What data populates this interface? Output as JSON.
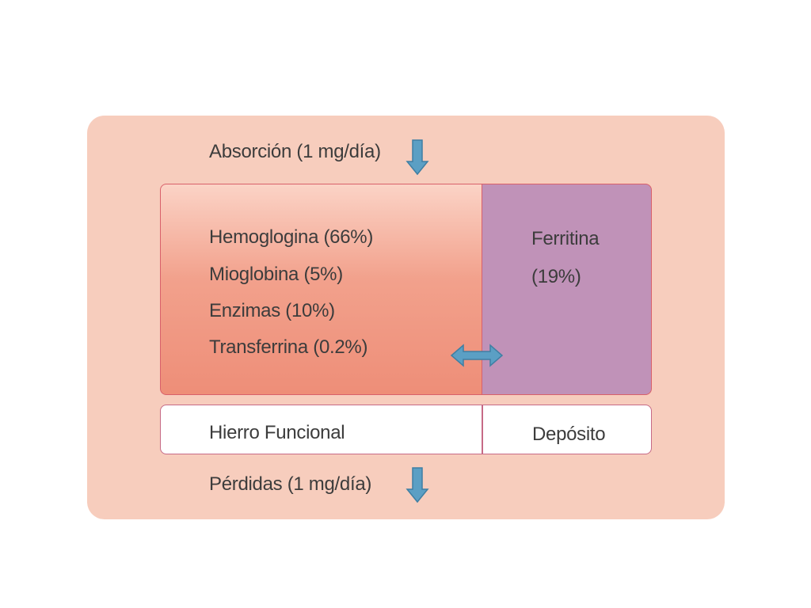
{
  "absorption": {
    "text": "Absorción (1 mg/día)"
  },
  "losses": {
    "text": "Pérdidas (1 mg/día)"
  },
  "functional_iron": {
    "items": [
      {
        "label": "Hemoglogina (66%)"
      },
      {
        "label": "Mioglobina (5%)"
      },
      {
        "label": "Enzimas (10%)"
      },
      {
        "label": "Transferrina (0.2%)"
      }
    ],
    "caption": "Hierro Funcional"
  },
  "storage": {
    "name": "Ferritina",
    "percent": "(19%)",
    "caption": "Depósito"
  },
  "colors": {
    "background": "#f7cdbd",
    "functional_gradient_top": "#fbd3c6",
    "functional_gradient_bottom": "#ee8e78",
    "storage": "#c092b8",
    "arrow": "#5b9fc4",
    "border": "#d9606a"
  }
}
